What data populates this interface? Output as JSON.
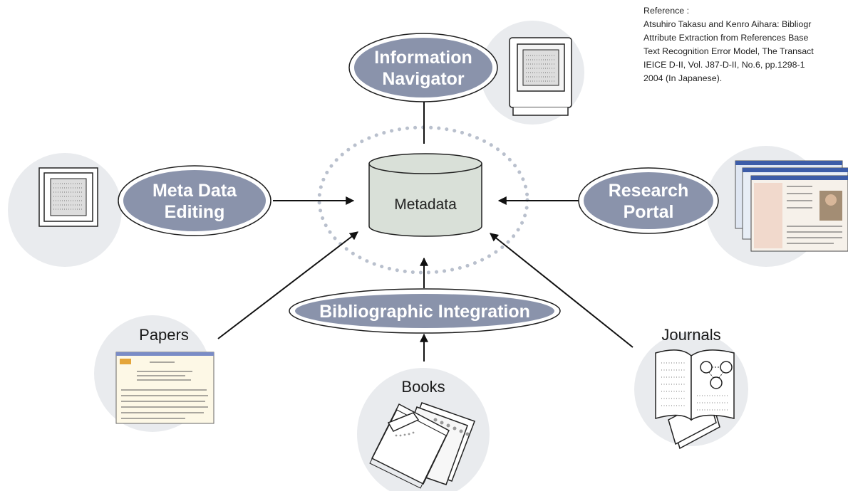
{
  "colors": {
    "circle_fill": "#e9ebee",
    "pill_fill": "#8a93ab",
    "pill_ring": "#1e1e1e",
    "cylinder_fill": "#d9e0d8",
    "dotted_ring": "#b9c0cd",
    "arrow": "#111111"
  },
  "center": {
    "label": "Metadata"
  },
  "pills": {
    "info_nav": {
      "line1": "Information",
      "line2": "Navigator"
    },
    "meta_edit": {
      "line1": "Meta Data",
      "line2": "Editing"
    },
    "research": {
      "line1": "Research",
      "line2": "Portal"
    },
    "biblio": {
      "label": "Bibliographic Integration"
    }
  },
  "sources": {
    "papers": "Papers",
    "books": "Books",
    "journals": "Journals"
  },
  "icons": {
    "info_nav": "monitor-icon",
    "meta_edit": "monitor-icon",
    "research": "profile-pages-icon",
    "papers": "document-page-icon",
    "books": "books-icon",
    "journals": "journals-icon"
  },
  "reference": {
    "heading": "Reference :",
    "lines": [
      "Atsuhiro Takasu and Kenro Aihara: Bibliogr",
      "Attribute Extraction from References Base",
      "Text Recognition Error Model, The Transact",
      "IEICE D-II, Vol. J87-D-II, No.6, pp.1298-1",
      "2004 (In Japanese)."
    ]
  }
}
